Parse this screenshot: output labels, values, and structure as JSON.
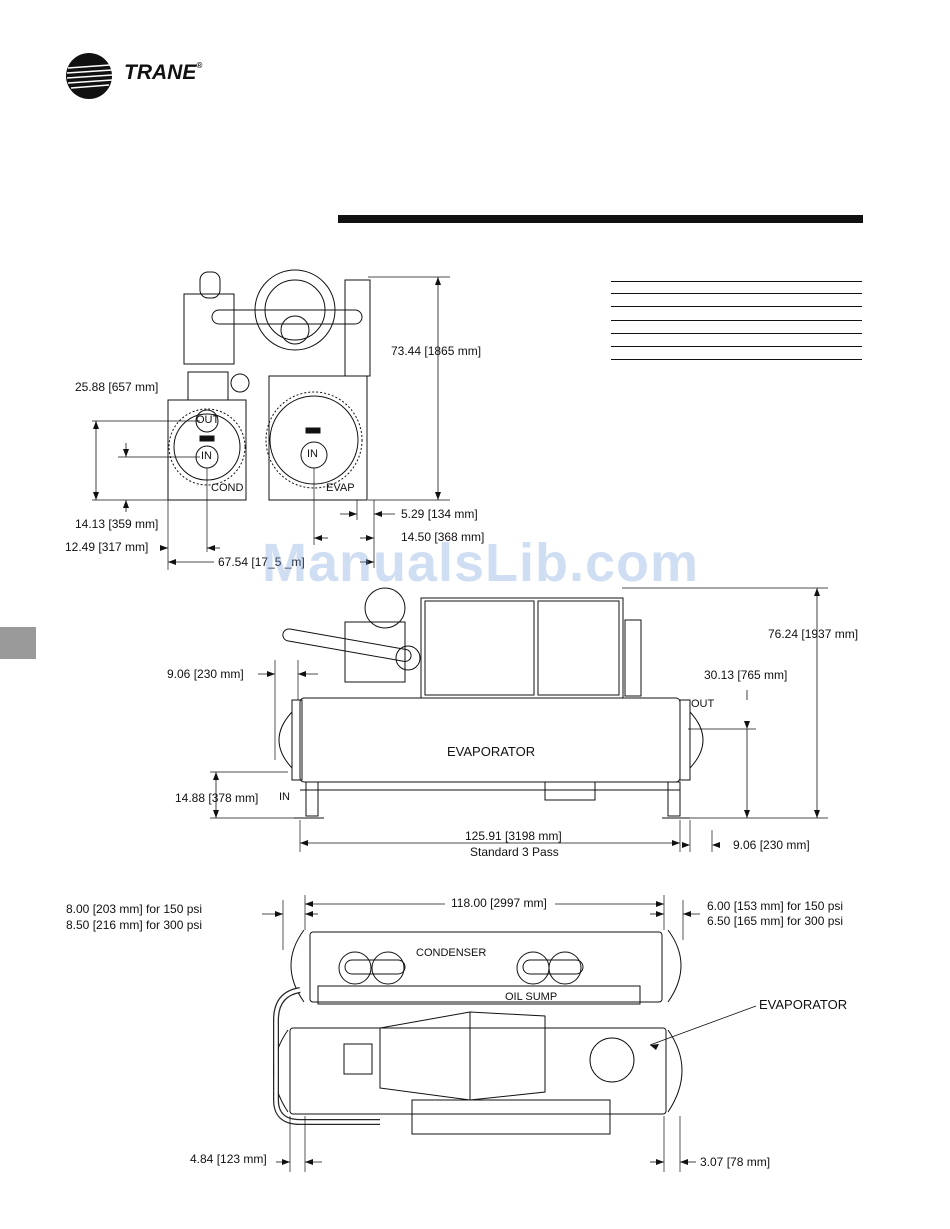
{
  "brand": {
    "name": "TRANE",
    "trademark": "®"
  },
  "colors": {
    "ink": "#111111",
    "side_tab": "#9a9a9a",
    "watermark": "#7aa0dc"
  },
  "watermark": "ManualsLib.com",
  "end_view": {
    "cond_label": "COND",
    "evap_label": "EVAP",
    "out_label": "OUT",
    "in_label_cond": "IN",
    "in_label_evap": "IN",
    "dims": {
      "height_total": "73.44 [1865 mm]",
      "cond_out_height": "25.88 [657 mm]",
      "cond_in_height": "14.13 [359 mm]",
      "cond_offset": "12.49 [317 mm]",
      "width_total": "67.54 [17_5 _m]",
      "right_offset_1": "5.29 [134 mm]",
      "right_offset_2": "14.50 [368 mm]"
    }
  },
  "side_view": {
    "evaporator_label": "EVAPORATOR",
    "out_label": "OUT",
    "in_label": "IN",
    "dims": {
      "height_total": "76.24 [1937 mm]",
      "out_height": "30.13 [765 mm]",
      "left_clear": "9.06 [230 mm]",
      "in_height": "14.88 [378 mm]",
      "length": "125.91 [3198 mm]",
      "length_note": "Standard 3 Pass",
      "right_clear": "9.06 [230 mm]"
    }
  },
  "top_view": {
    "condenser_label": "CONDENSER",
    "oil_sump_label": "OIL SUMP",
    "evaporator_label": "EVAPORATOR",
    "dims": {
      "left_150": "8.00 [203 mm] for 150 psi",
      "left_300": "8.50 [216 mm] for 300 psi",
      "tube_length": "118.00 [2997 mm]",
      "right_150": "6.00 [153 mm] for 150 psi",
      "right_300": "6.50 [165 mm] for 300 psi",
      "bottom_left": "4.84 [123 mm]",
      "bottom_right": "3.07 [78 mm]"
    }
  }
}
